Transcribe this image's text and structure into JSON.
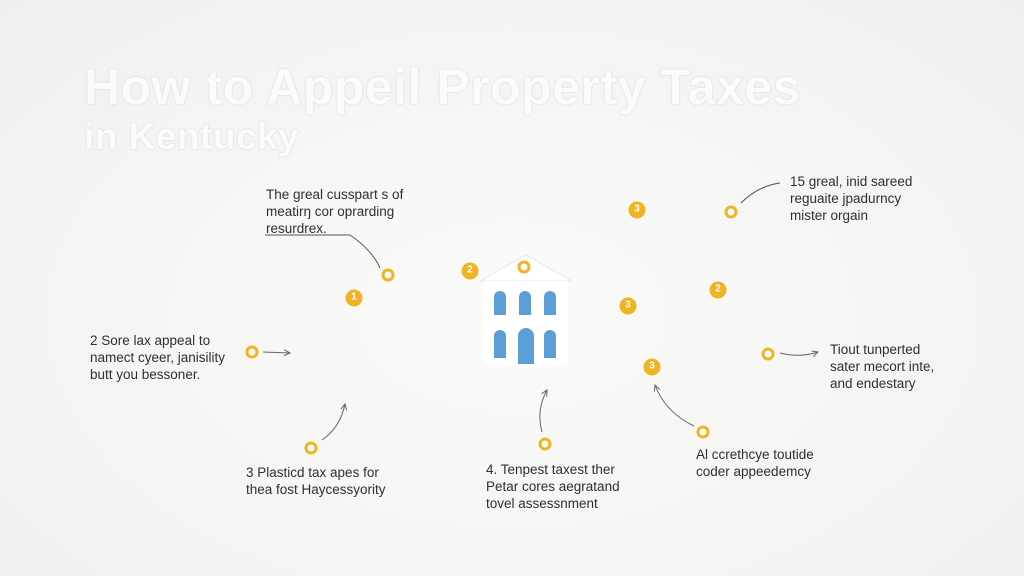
{
  "title": {
    "line1": "How to Appeil Property Taxes",
    "line2": "in Kentucky"
  },
  "colors": {
    "marker": "#f0b323",
    "window": "#5b9fd6",
    "text": "#2f2f33"
  },
  "notes": [
    {
      "id": "top-left",
      "text": "The greal cusspart s of\nmeatirŋ cor oprarding\nresurdrex."
    },
    {
      "id": "left",
      "text": "2 Sore lax appeal to\nnamect cyeer, janisility\nbutt you bessoner."
    },
    {
      "id": "bottom-left",
      "text": "3 Plasticd tax apes for\nthea fost Haycessyority"
    },
    {
      "id": "bottom-center",
      "text": "4. Tenpest taxest ther\nPetar cores aegratand\ntovel assessnment"
    },
    {
      "id": "bottom-right",
      "text": "Al ccrethcye toutide\ncoder appeedemcy"
    },
    {
      "id": "right",
      "text": "Tiout tunperted\nsater mecort inte,\nand endestary"
    },
    {
      "id": "top-right",
      "text": "15 greal, inid sareed\nreguaite jpadurncy\nmister orgain"
    }
  ],
  "markers": {
    "m1": "1",
    "m2": "2",
    "m3": "3",
    "m4": "2",
    "m5": "3",
    "m6": "3"
  },
  "icons": {
    "center": "courthouse-building-icon"
  }
}
